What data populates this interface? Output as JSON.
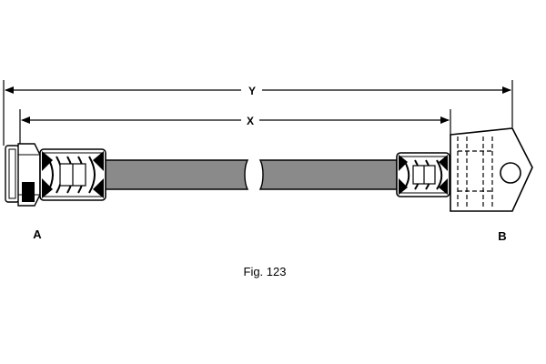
{
  "diagram": {
    "dimensions": {
      "overall_label": "Y",
      "hose_label": "X"
    },
    "ends": {
      "left_label": "A",
      "right_label": "B"
    },
    "caption": "Fig. 123",
    "colors": {
      "hose_fill": "#8a8a8a",
      "line": "#000000",
      "background": "#ffffff"
    }
  }
}
